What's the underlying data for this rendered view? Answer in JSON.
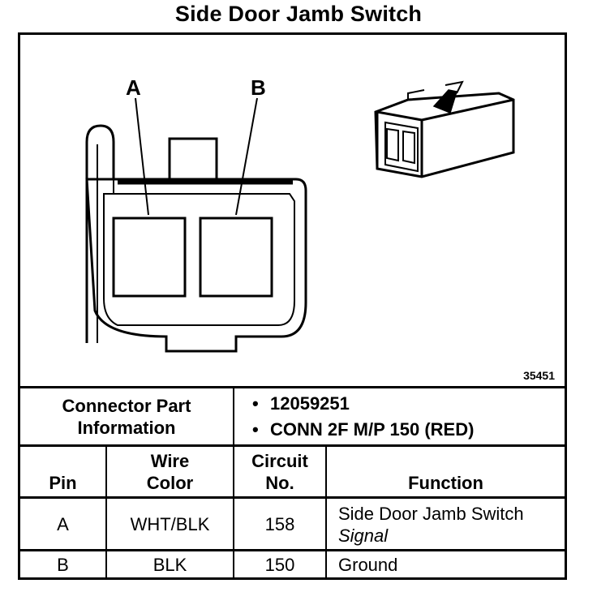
{
  "title": "Side Door Jamb Switch",
  "figure": {
    "pin_labels": [
      "A",
      "B"
    ],
    "figure_number": "35451"
  },
  "connector_info": {
    "label_line1": "Connector Part",
    "label_line2": "Information",
    "items": [
      "12059251",
      "CONN 2F M/P 150 (RED)"
    ]
  },
  "table": {
    "headers": {
      "pin": "Pin",
      "wire_color_line1": "Wire",
      "wire_color_line2": "Color",
      "circuit_line1": "Circuit",
      "circuit_line2": "No.",
      "function": "Function"
    },
    "rows": [
      {
        "pin": "A",
        "wire_color": "WHT/BLK",
        "circuit": "158",
        "function_line1": "Side Door Jamb Switch",
        "function_line2": "Signal"
      },
      {
        "pin": "B",
        "wire_color": "BLK",
        "circuit": "150",
        "function_line1": "Ground",
        "function_line2": ""
      }
    ]
  }
}
